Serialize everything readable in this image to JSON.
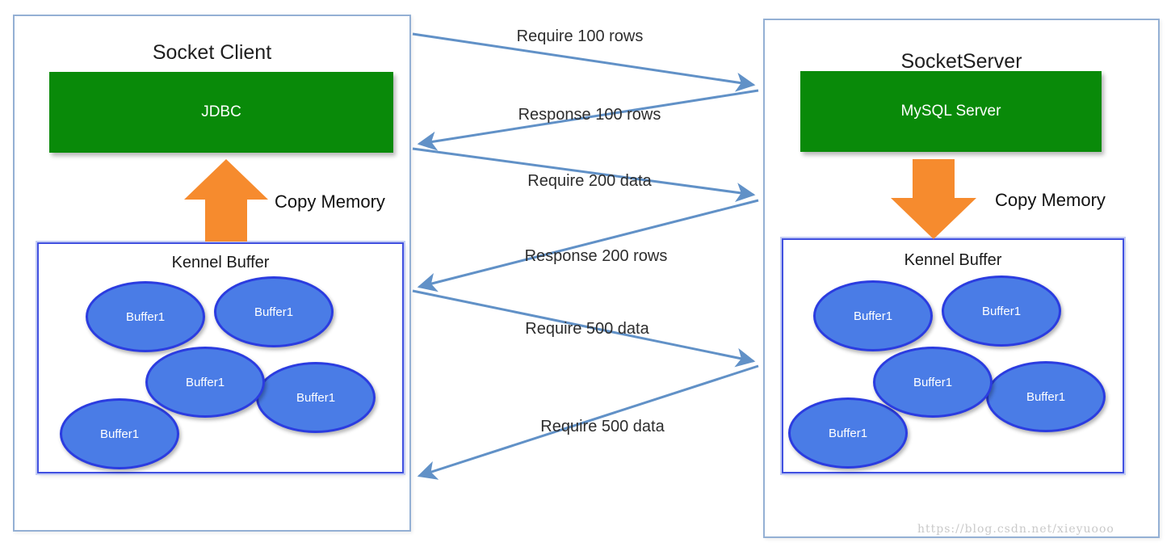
{
  "left_panel": {
    "title": "Socket Client",
    "component": "JDBC",
    "copy_memory_label": "Copy Memory",
    "kennel": {
      "title": "Kennel Buffer",
      "buffers": [
        "Buffer1",
        "Buffer1",
        "Buffer1",
        "Buffer1",
        "Buffer1"
      ]
    }
  },
  "right_panel": {
    "title": "SocketServer",
    "component": "MySQL Server",
    "copy_memory_label": "Copy Memory",
    "kennel": {
      "title": "Kennel Buffer",
      "buffers": [
        "Buffer1",
        "Buffer1",
        "Buffer1",
        "Buffer1",
        "Buffer1"
      ]
    }
  },
  "messages": [
    {
      "label": "Require 100 rows",
      "direction": "client-to-server"
    },
    {
      "label": "Response 100 rows",
      "direction": "server-to-client"
    },
    {
      "label": "Require 200 data",
      "direction": "client-to-server"
    },
    {
      "label": "Response 200 rows",
      "direction": "server-to-client"
    },
    {
      "label": "Require 500 data",
      "direction": "client-to-server"
    },
    {
      "label": "Require 500 data",
      "direction": "server-to-client"
    }
  ],
  "watermark": "https://blog.csdn.net/xieyuooo",
  "colors": {
    "component_green": "#098a09",
    "buffer_fill_blue": "#4a7ce6",
    "buffer_border_blue": "#2b3ce0",
    "outer_border_blue": "#94b0d4",
    "kennel_border_blue": "#4150e0",
    "message_arrow_blue": "#6191c7",
    "copy_arrow_orange": "#f68b2e"
  }
}
